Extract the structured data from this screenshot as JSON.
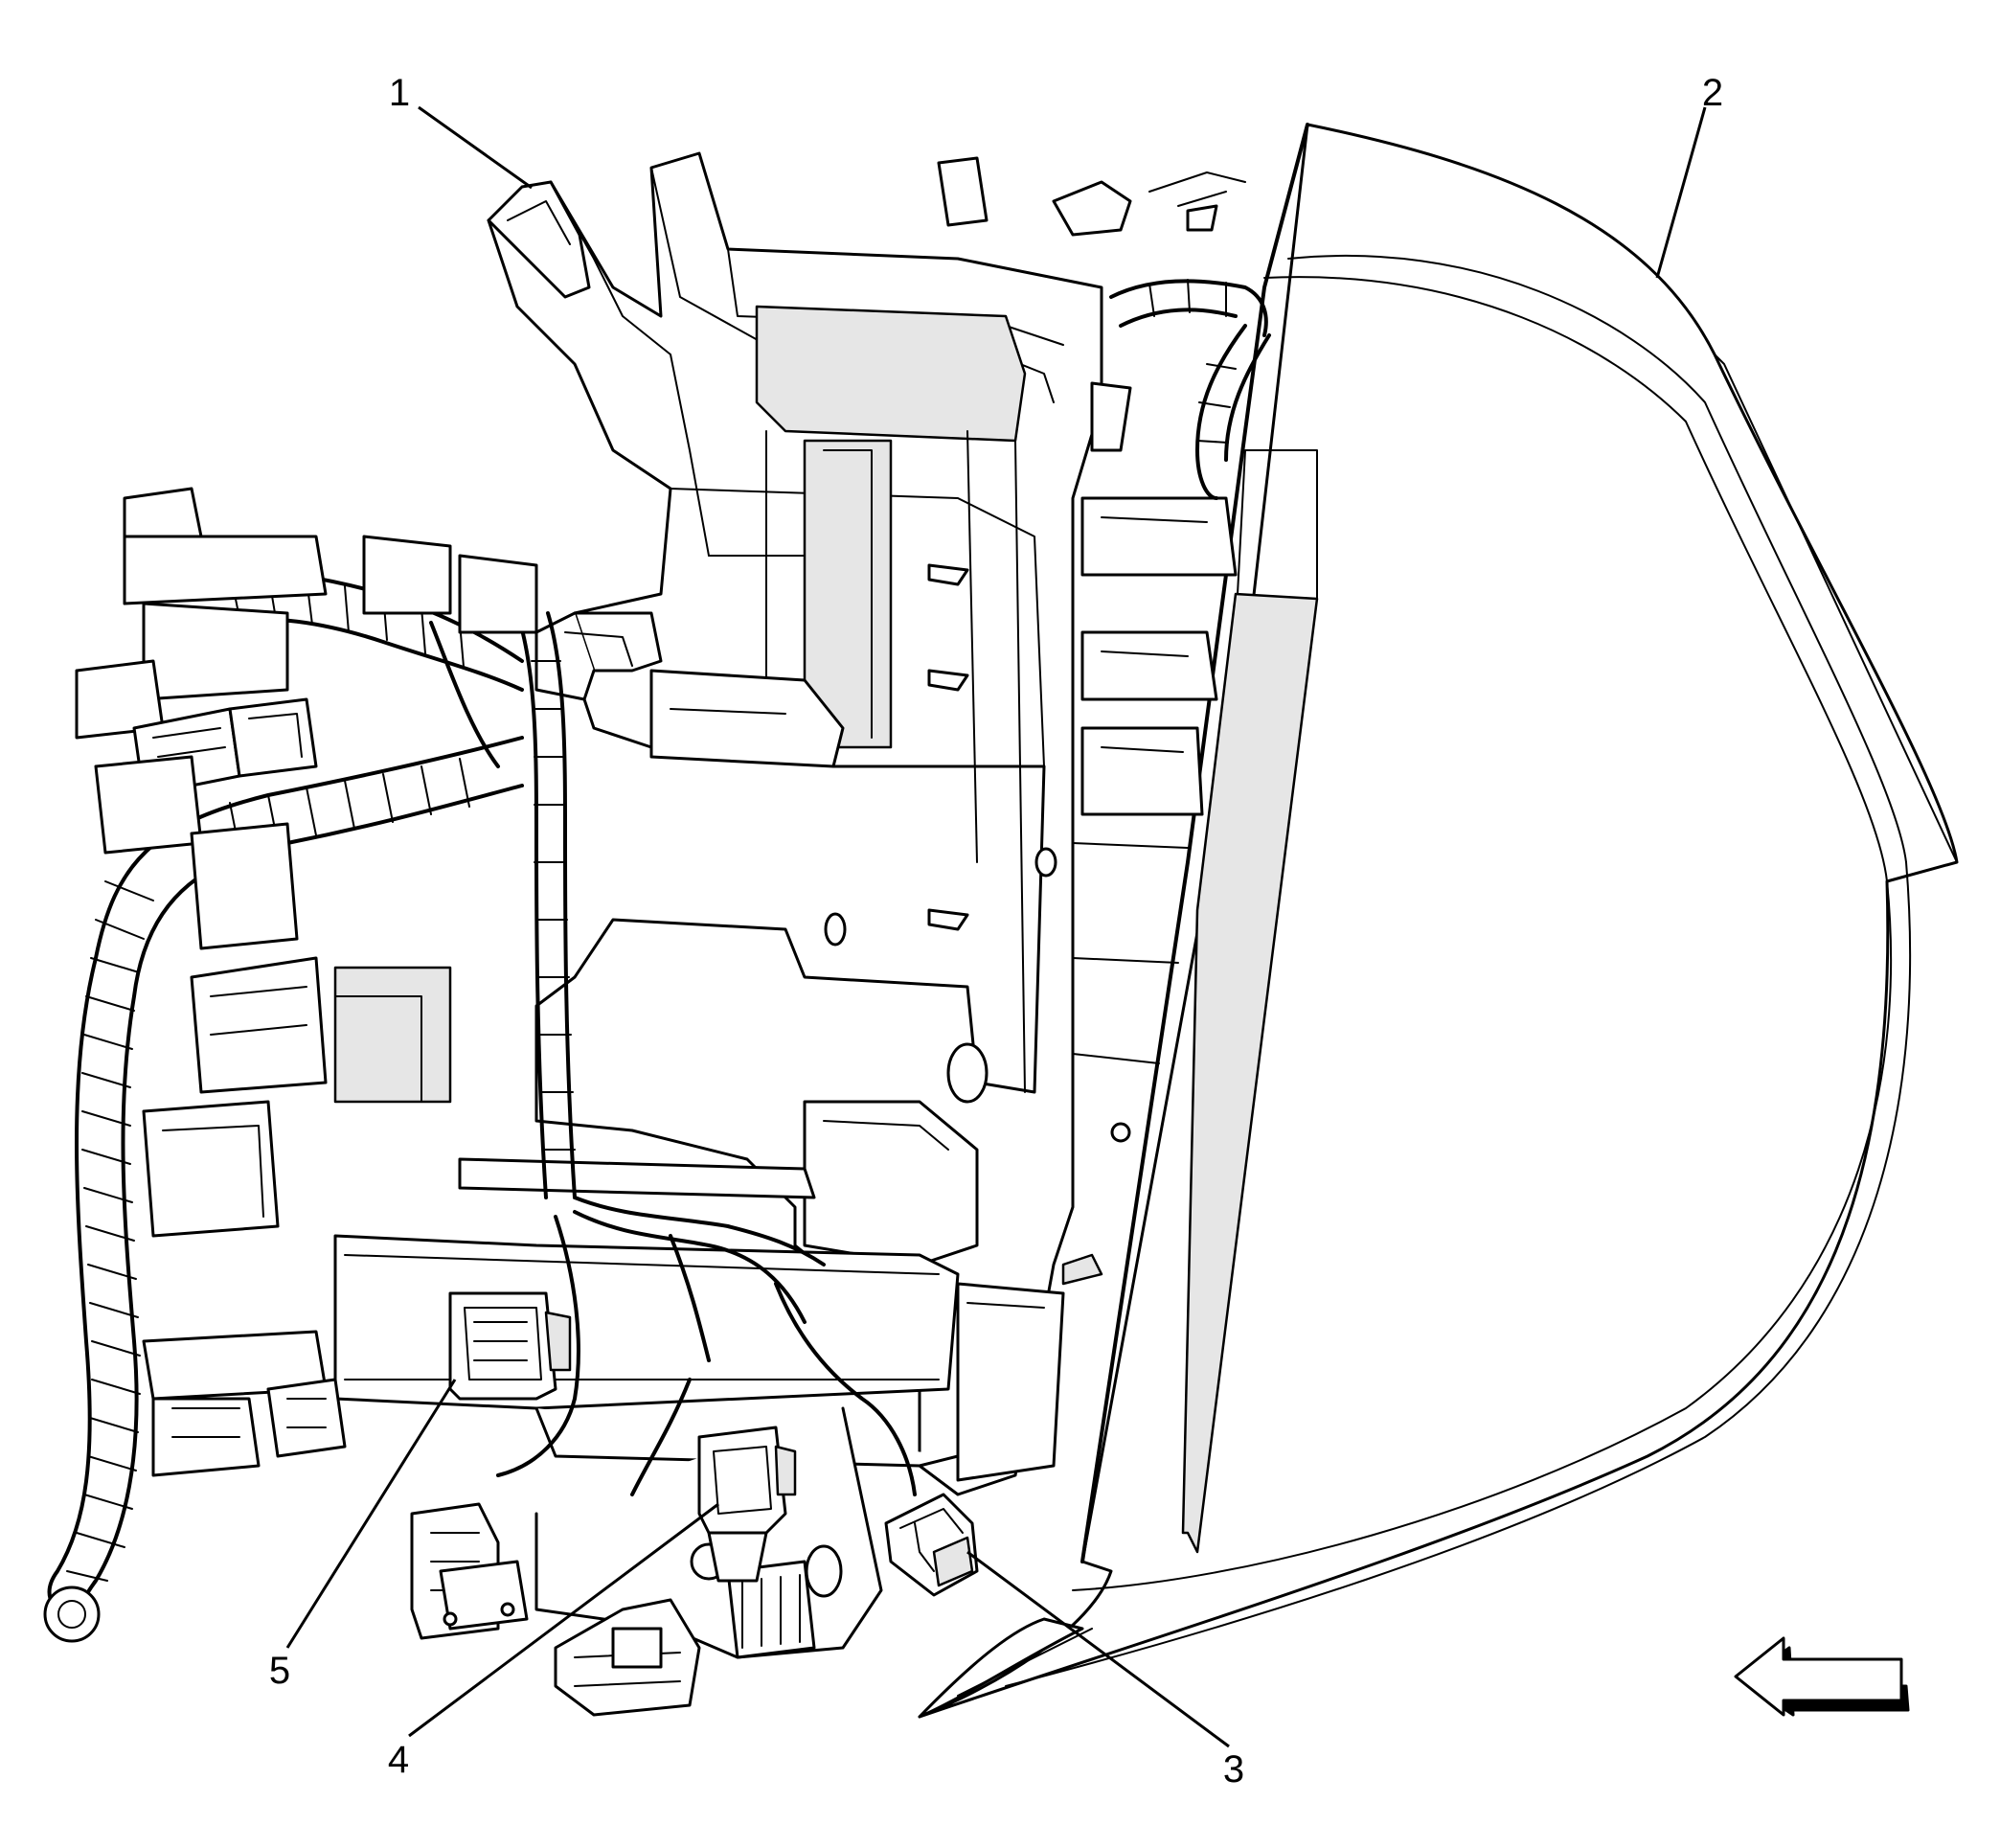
{
  "callouts": [
    {
      "id": "1",
      "text": "1"
    },
    {
      "id": "2",
      "text": "2"
    },
    {
      "id": "3",
      "text": "3"
    },
    {
      "id": "4",
      "text": "4"
    },
    {
      "id": "5",
      "text": "5"
    }
  ],
  "icons": {
    "direction_arrow": "arrow-left-icon"
  },
  "colors": {
    "line": "#000000",
    "background": "#ffffff",
    "shade": "#e6e6e6"
  }
}
